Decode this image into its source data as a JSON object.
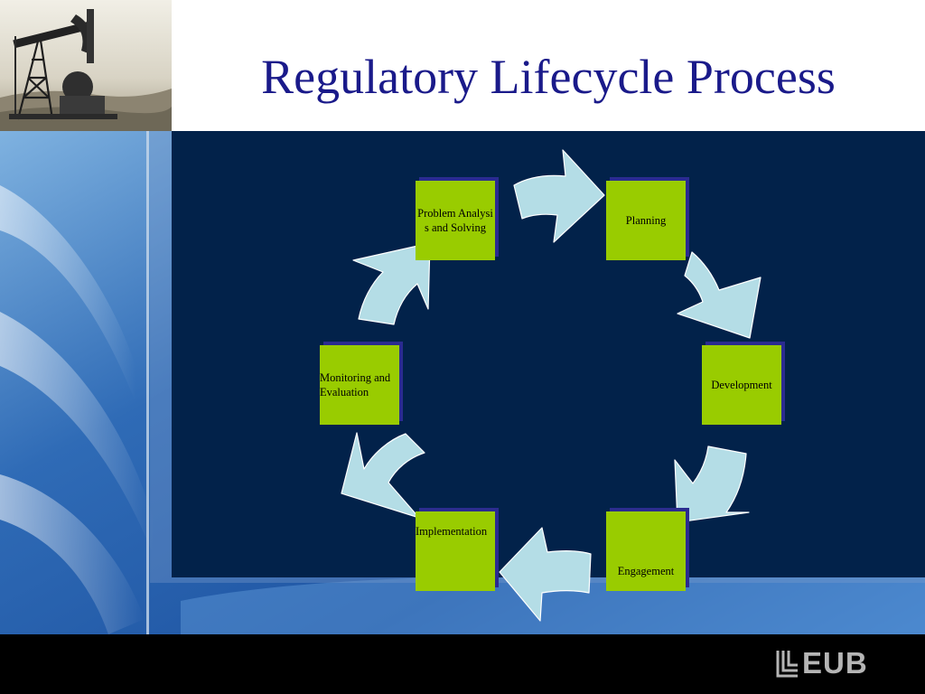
{
  "slide": {
    "title": "Regulatory Lifecycle Process",
    "logo": "EUB"
  },
  "diagram": {
    "stages": [
      {
        "id": "problem",
        "label": "Problem Analysis and Solving"
      },
      {
        "id": "planning",
        "label": "Planning"
      },
      {
        "id": "development",
        "label": "Development"
      },
      {
        "id": "engagement",
        "label": "Engagement"
      },
      {
        "id": "implementation",
        "label": "Implementation"
      },
      {
        "id": "monitoring",
        "label": "Monitoring and Evaluation"
      }
    ]
  },
  "colors": {
    "title": "#1a1a8a",
    "panel": "#02224a",
    "box_fill": "#99cc00",
    "box_shadow": "#2b2b90",
    "arrow_fill": "#b4dde6",
    "footer": "#000000"
  }
}
